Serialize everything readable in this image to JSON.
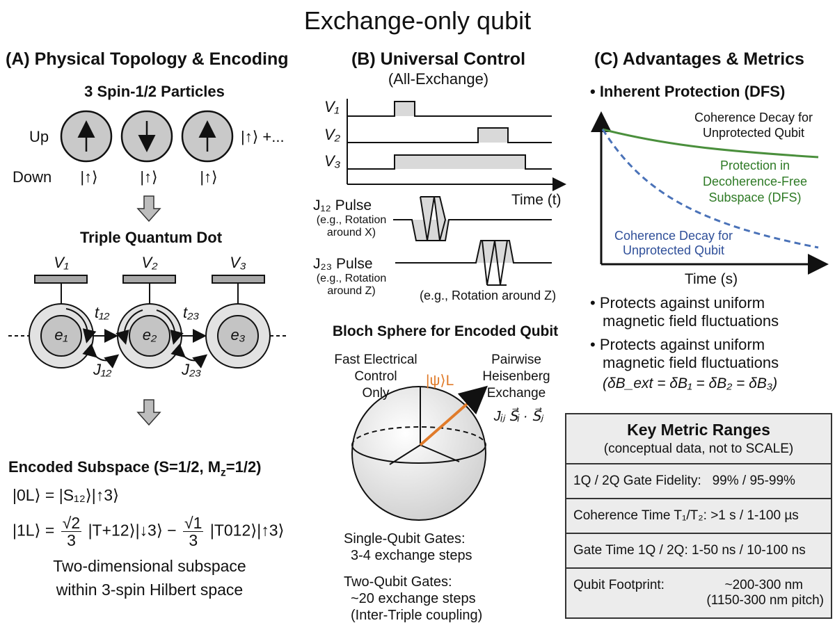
{
  "title": "Exchange-only qubit",
  "panel_a": {
    "heading": "(A) Physical Topology & Encoding",
    "particles_title": "3 Spin-1/2 Particles",
    "up_label": "Up",
    "down_label": "Down",
    "state_suffix": "|↑⟩ +...",
    "kets": [
      "|↑⟩",
      "|↑⟩",
      "|↑⟩"
    ],
    "dot_title": "Triple Quantum Dot",
    "gates": [
      "V₁",
      "V₂",
      "V₃"
    ],
    "electrons": [
      "e₁",
      "e₂",
      "e₃"
    ],
    "tunneling": [
      "t₁₂",
      "t₂₃"
    ],
    "exchange": [
      "J₁₂",
      "J₂₃"
    ],
    "encoded_heading": "Encoded Subspace (S=1/2, M",
    "encoded_heading_sub": "z",
    "encoded_heading_end": "=1/2)",
    "zero_state": "|0L⟩ = |S₁₂⟩|↑3⟩",
    "one_state": {
      "lhs": "|1L⟩ =",
      "frac1_num": "√2",
      "frac1_den": "3",
      "mid": "|T+12⟩|↓3⟩ −",
      "frac2_num": "√1",
      "frac2_den": "3",
      "end": "|T012⟩|↑3⟩"
    },
    "caption": [
      "Two-dimensional subspace",
      "within 3-spin Hilbert space"
    ]
  },
  "panel_b": {
    "heading": "(B) Universal Control",
    "subheading": "(All-Exchange)",
    "voltage_labels": [
      "V₁",
      "V₂",
      "V₃"
    ],
    "time_label": "Time (t)",
    "j12": {
      "label": "J₁₂ Pulse",
      "desc": [
        "(e.g., Rotation",
        "around X)"
      ]
    },
    "j23": {
      "label": "J₂₃ Pulse",
      "desc": [
        "(e.g., Rotation",
        "around Z)"
      ],
      "extra": "(e.g., Rotation around Z)"
    },
    "bloch_title": "Bloch Sphere for Encoded Qubit",
    "left_label": [
      "Fast Electrical",
      "Control",
      "Only"
    ],
    "right_label": [
      "Pairwise",
      "Heisenberg",
      "Exchange"
    ],
    "hamiltonian": "Jᵢⱼ S⃗ᵢ · S⃗ⱼ",
    "state_label": "|ψ⟩L",
    "single_gates": [
      "Single-Qubit Gates:",
      "3-4 exchange steps"
    ],
    "two_gates": [
      "Two-Qubit Gates:",
      "~20 exchange steps",
      "(Inter-Triple coupling)"
    ],
    "colors": {
      "state_vector": "#e07b2a"
    }
  },
  "panel_c": {
    "heading": "(C) Advantages & Metrics",
    "bullet_main": "• Inherent Protection (DFS)",
    "curve_top_label": [
      "Coherence Decay for",
      "Unprotected Qubit"
    ],
    "curve_green_label": [
      "Protection in",
      "Decoherence-Free",
      "Subspace (DFS)"
    ],
    "curve_blue_label": [
      "Coherence Decay for",
      "Unprotected Qubit"
    ],
    "x_axis_label": "Time (s)",
    "bullets": [
      [
        "• Protects against uniform",
        "magnetic field fluctuations"
      ],
      [
        "• Protects against uniform",
        "magnetic field fluctuations"
      ]
    ],
    "equation": "(δB_ext = δB₁ = δB₂ = δB₃)",
    "colors": {
      "protected": "#4a8f3c",
      "unprotected": "#4a72b8"
    },
    "metrics": {
      "title": "Key Metric Ranges",
      "subtitle": "(conceptual data, not to SCALE)",
      "rows": [
        {
          "label": "1Q / 2Q Gate Fidelity:",
          "value": "99% / 95-99%"
        },
        {
          "label": "Coherence Time T₁/T₂:",
          "value": ">1 s / 1-100 µs"
        },
        {
          "label": "Gate Time 1Q / 2Q:",
          "value": "1-50 ns / 10-100 ns"
        },
        {
          "label": "Qubit Footprint:",
          "value": "~200-300 nm",
          "value2": "(1150-300 nm pitch)"
        }
      ]
    }
  }
}
